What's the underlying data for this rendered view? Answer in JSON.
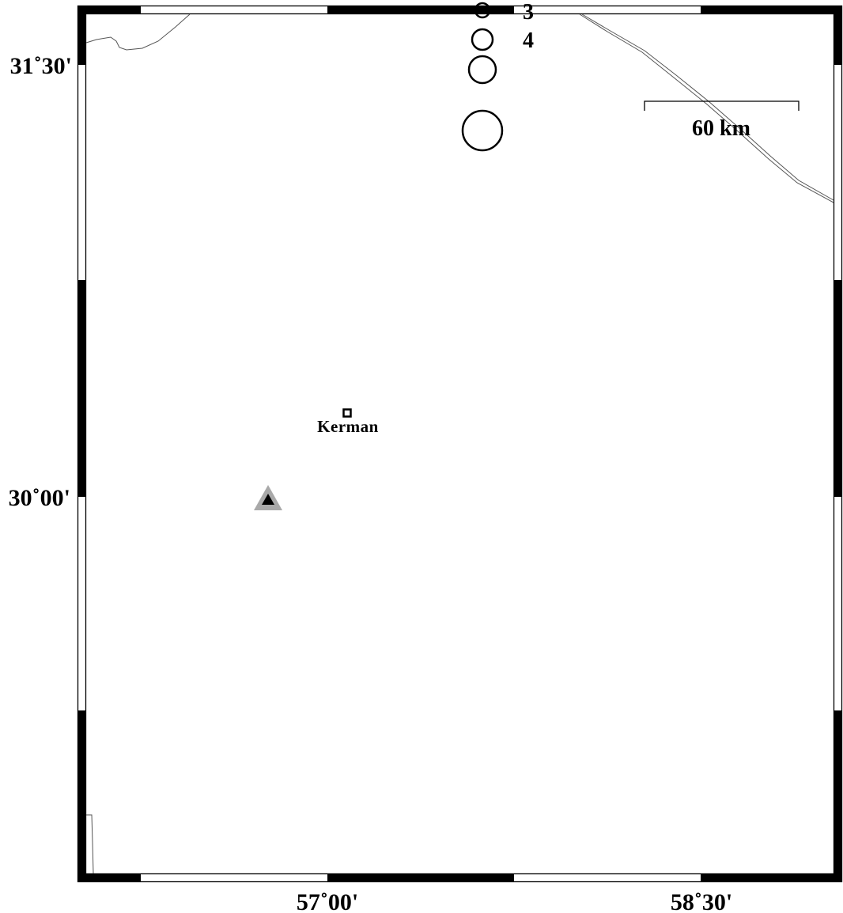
{
  "map": {
    "axis_labels": {
      "lat_top": "31˚30'",
      "lat_mid": "30˚00'",
      "lon_left": "57˚00'",
      "lon_right": "58˚30'"
    },
    "magnitude_legend": [
      "3",
      "4"
    ],
    "scale_bar": {
      "label": "60 km"
    },
    "city": {
      "name": "Kerman"
    },
    "station": {
      "symbol": "triangle-marker",
      "fill": "#000000",
      "halo": "#a9a9a9"
    },
    "colors": {
      "frame": "#000000",
      "coastline": "#555555",
      "background": "#ffffff"
    }
  }
}
